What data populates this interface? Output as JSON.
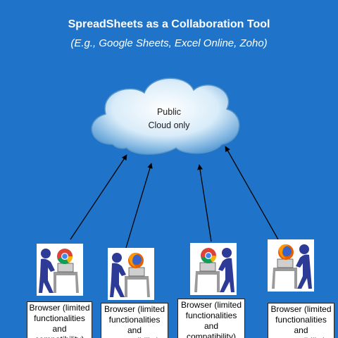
{
  "header": {
    "title": "SpreadSheets as a Collaboration Tool",
    "subtitle": "(E.g., Google Sheets, Excel Online, Zoho)"
  },
  "cloud": {
    "line1": "Public",
    "line2": "Cloud only"
  },
  "clients": [
    {
      "browser_icon": "chrome-icon",
      "label": "Browser (limited functionalities and compatibility)"
    },
    {
      "browser_icon": "firefox-icon",
      "label": "Browser (limited functionalities and compatibility)"
    },
    {
      "browser_icon": "chrome-icon",
      "label": "Browser (limited functionalities and compatibility)"
    },
    {
      "browser_icon": "firefox-icon",
      "label": "Browser (limited functionalities and compatibility)"
    }
  ],
  "colors": {
    "background": "#1f74c9",
    "cloud_light": "#ffffff",
    "cloud_dark": "#4f97d3",
    "user_figure": "#2e3b96",
    "arrow": "#000000"
  }
}
